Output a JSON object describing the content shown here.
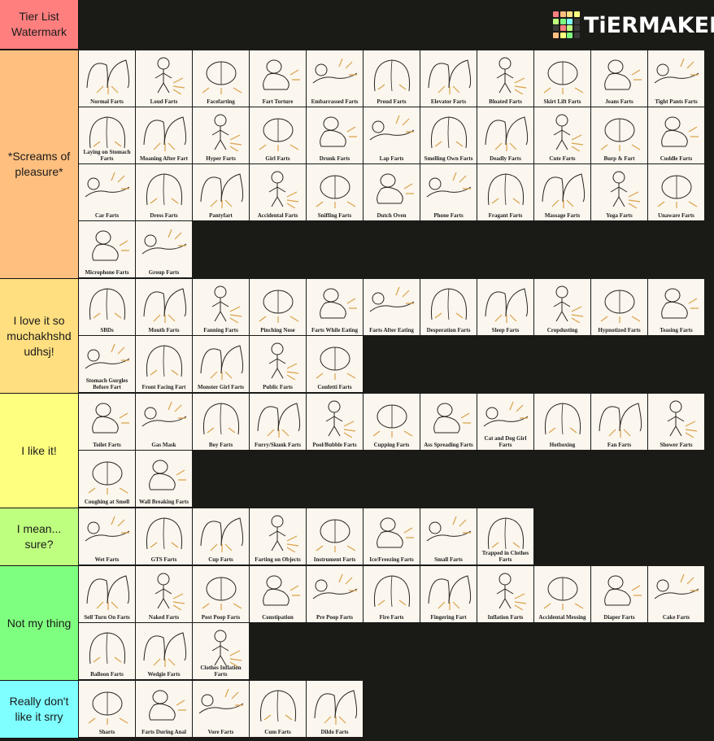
{
  "header": {
    "watermark_label": "Tier List Watermark",
    "watermark_color": "#ff7f7f",
    "logo_text": "TiERMAKER"
  },
  "tiers": [
    {
      "label": "*Screams of pleasure*",
      "color": "#ffbf7f",
      "items": [
        "Normal Farts",
        "Loud Farts",
        "Facefarting",
        "Fart Torture",
        "Embarrassed Farts",
        "Proud Farts",
        "Elevator Farts",
        "Bloated Farts",
        "Skirt Lift Farts",
        "Jeans Farts",
        "Tight Pants Farts",
        "Laying on Stomach Farts",
        "Moaning After Fart",
        "Hyper Farts",
        "Girl Farts",
        "Drunk Farts",
        "Lap Farts",
        "Smelling Own Farts",
        "Deadly Farts",
        "Cute Farts",
        "Burp & Fart",
        "Cuddle Farts",
        "Car Farts",
        "Dress Farts",
        "Pantyfart",
        "Accidental Farts",
        "Sniffing Farts",
        "Dutch Oven",
        "Phone Farts",
        "Fragant Farts",
        "Massage Farts",
        "Yoga Farts",
        "Unaware Farts",
        "Microphone Farts",
        "Group Farts"
      ]
    },
    {
      "label": "I love it so muchakhshd udhsj!",
      "color": "#ffdf7f",
      "items": [
        "SBDs",
        "Mouth Farts",
        "Fanning Farts",
        "Pinching Nose",
        "Farts While Eating",
        "Farts After Eating",
        "Desperation Farts",
        "Sleep Farts",
        "Cropdusting",
        "Hypnotized Farts",
        "Teasing Farts",
        "Stomach Gurgles Before Fart",
        "Front Facing Fart",
        "Monster Girl Farts",
        "Public Farts",
        "Confetti Farts"
      ]
    },
    {
      "label": "I like it!",
      "color": "#ffff7f",
      "items": [
        "Toilet Farts",
        "Gas Mask",
        "Boy Farts",
        "Furry/Skunk Farts",
        "Pool/Bubble Farts",
        "Cupping Farts",
        "Ass Spreading Farts",
        "Cat and Dog Girl Farts",
        "Hotboxing",
        "Fan Farts",
        "Shower Farts",
        "Coughing at Smell",
        "Wall Breaking Farts"
      ]
    },
    {
      "label": "I mean... sure?",
      "color": "#bfff7f",
      "items": [
        "Wet Farts",
        "GTS Farts",
        "Cup Farts",
        "Farting on Objects",
        "Instrument Farts",
        "Ice/Freezing Farts",
        "Small Farts",
        "Trapped in Clothes Farts"
      ]
    },
    {
      "label": "Not my thing",
      "color": "#7fff7f",
      "items": [
        "Self Turn On Farts",
        "Naked Farts",
        "Post Poop Farts",
        "Constipation",
        "Pre Poop Farts",
        "Fire Farts",
        "Fingering Fart",
        "Inflation Farts",
        "Accidental Messing",
        "Diaper Farts",
        "Cake Farts",
        "Balloon Farts",
        "Wedgie Farts",
        "Clothes Inflation Farts"
      ]
    },
    {
      "label": "Really don't like it srry",
      "color": "#7fffff",
      "items": [
        "Sharts",
        "Farts During Anal",
        "Vore Farts",
        "Cum Farts",
        "Dildo Farts"
      ]
    }
  ]
}
